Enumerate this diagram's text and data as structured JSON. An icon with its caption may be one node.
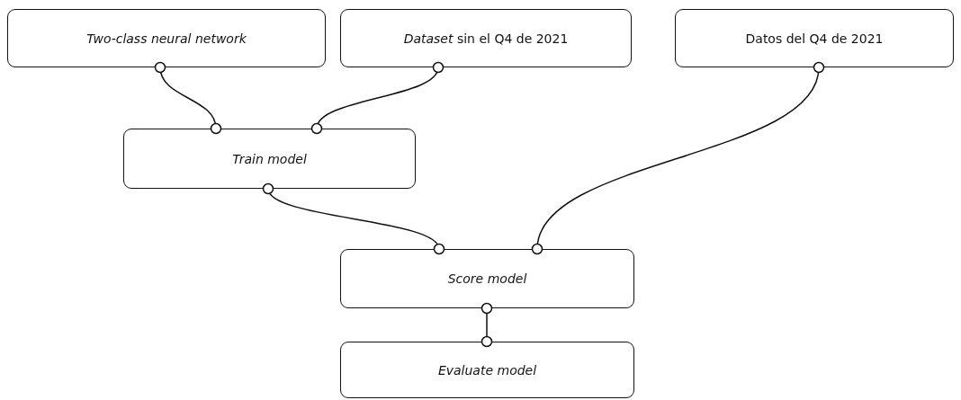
{
  "diagram": {
    "nodes": [
      {
        "text": [
          "Two-class neural network"
        ]
      },
      {
        "text": [
          "*Dataset* sin el Q4 de 2021"
        ]
      },
      {
        "text": [
          "Datos del Q4 de 2021"
        ]
      },
      {
        "text": [
          "Train model"
        ]
      },
      {
        "text": [
          "Score model"
        ]
      },
      {
        "text": [
          "Evaluate model"
        ]
      }
    ],
    "edges": [
      {
        "from": 0,
        "to": 3,
        "arrow": "other"
      },
      {
        "from": 1,
        "to": 3,
        "arrow": "other"
      },
      {
        "from": 3,
        "to": 4,
        "arrow": "other"
      },
      {
        "from": 2,
        "to": 4,
        "arrow": "other"
      },
      {
        "from": 4,
        "to": 5,
        "arrow": "other"
      }
    ]
  }
}
